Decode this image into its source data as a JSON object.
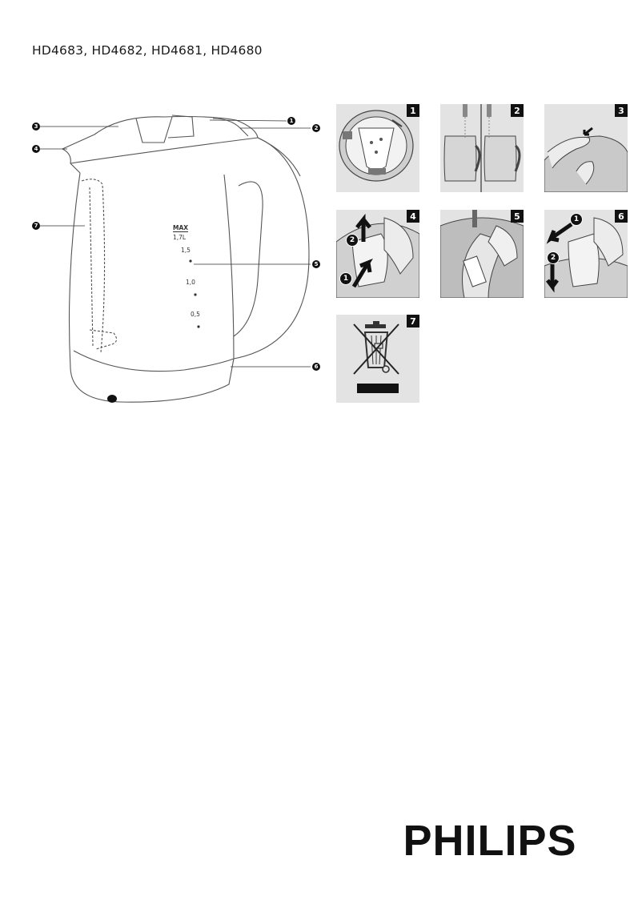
{
  "document": {
    "title": "HD4683, HD4682, HD4681, HD4680"
  },
  "kettle": {
    "callouts": [
      "1",
      "2",
      "3",
      "4",
      "5",
      "6",
      "7"
    ],
    "scale": {
      "max_label": "MAX",
      "max_volume": "1,7L",
      "marks": [
        "1,5",
        "1,0",
        "0,5"
      ]
    }
  },
  "steps": [
    {
      "number": "1"
    },
    {
      "number": "2"
    },
    {
      "number": "3"
    },
    {
      "number": "4",
      "sub_steps": [
        "2",
        "1"
      ]
    },
    {
      "number": "5"
    },
    {
      "number": "6",
      "sub_steps": [
        "1",
        "2"
      ]
    },
    {
      "number": "7"
    }
  ],
  "brand": {
    "logo_text": "PHILIPS"
  },
  "colors": {
    "panel_bg": "#e3e3e3",
    "ink": "#111111"
  }
}
